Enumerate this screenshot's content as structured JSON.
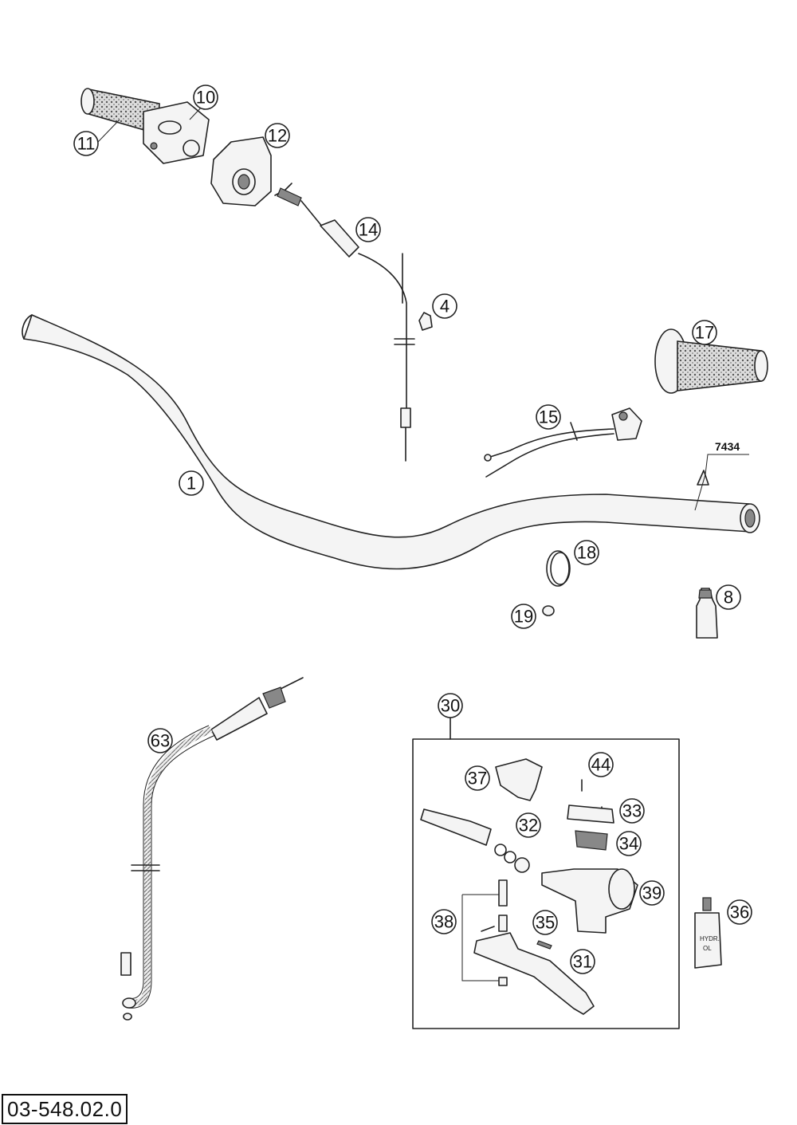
{
  "diagram": {
    "document_number": "03-548.02.0",
    "reference_code": "7434",
    "callouts": {
      "c1": "1",
      "c4": "4",
      "c8": "8",
      "c10": "10",
      "c11": "11",
      "c12": "12",
      "c14": "14",
      "c15": "15",
      "c17": "17",
      "c18": "18",
      "c19": "19",
      "c30": "30",
      "c31": "31",
      "c32": "32",
      "c33": "33",
      "c34": "34",
      "c35": "35",
      "c36": "36",
      "c37": "37",
      "c38": "38",
      "c39": "39",
      "c44": "44",
      "c63": "63"
    }
  }
}
